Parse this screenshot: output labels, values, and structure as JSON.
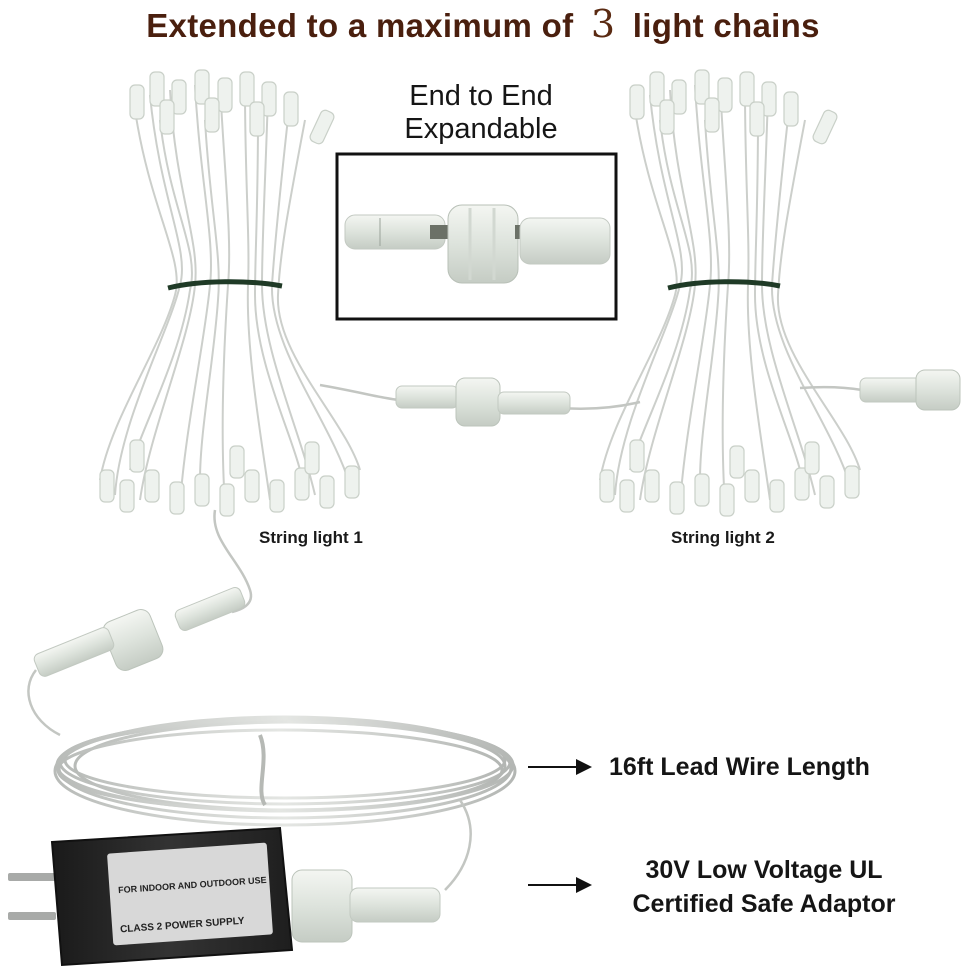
{
  "title": {
    "before": "Extended to a maximum of",
    "number": "3",
    "after": "light chains"
  },
  "inset": {
    "line1": "End to End",
    "line2": "Expandable"
  },
  "strings": [
    {
      "label": "String light 1"
    },
    {
      "label": "String light 2"
    }
  ],
  "callouts": {
    "lead_wire": "16ft Lead Wire Length",
    "adaptor_line1": "30V Low Voltage UL",
    "adaptor_line2": "Certified Safe Adaptor"
  },
  "adaptor_text": {
    "main": "CLASS 2 POWER SUPPLY",
    "sub": "FOR INDOOR AND OUTDOOR USE"
  },
  "colors": {
    "title": "#4a1f0e",
    "wire": "#c9ccc9",
    "adaptor": "#262626",
    "arrow": "#111111"
  }
}
